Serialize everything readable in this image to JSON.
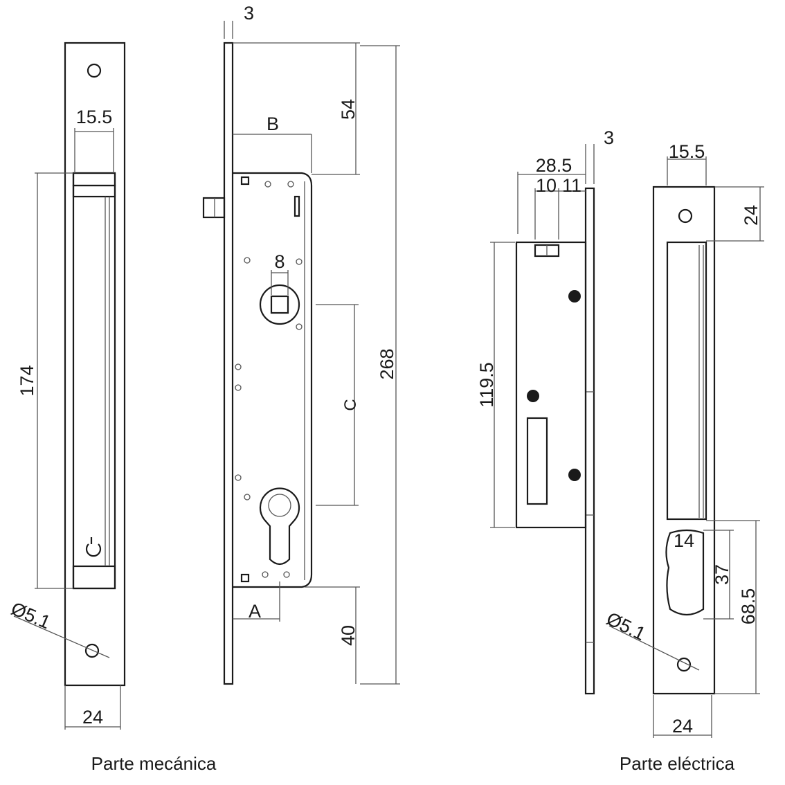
{
  "captions": {
    "mechanical": "Parte mecánica",
    "electrical": "Parte eléctrica"
  },
  "mechanical_strike": {
    "width": "24",
    "slot_width": "15.5",
    "slot_length": "174",
    "hole_diameter": "Ø5.1"
  },
  "mechanical_lock": {
    "faceplate_thickness": "3",
    "backset": "B",
    "top_offset": "54",
    "total_height": "268",
    "spindle_square": "8",
    "center_distance": "C",
    "cylinder_offset": "A",
    "bottom_offset": "40"
  },
  "electrical_lock": {
    "depth": "28.5",
    "dim_10": "10",
    "dim_11": "11",
    "faceplate_thickness": "3",
    "body_height": "119.5"
  },
  "electrical_strike": {
    "slot_width": "15.5",
    "top_offset": "24",
    "opening_width": "14",
    "opening_height": "37",
    "lower_height": "68.5",
    "hole_diameter": "Ø5.1",
    "width": "24"
  }
}
